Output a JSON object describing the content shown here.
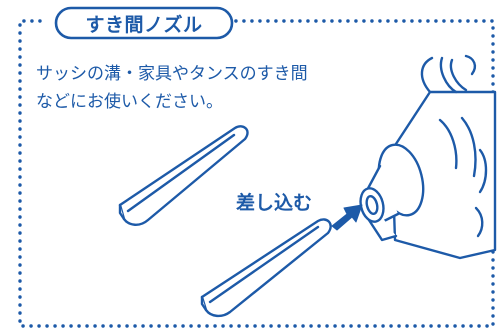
{
  "title": "すき間ノズル",
  "description": {
    "line1": "サッシの溝・家具やタンスのすき間",
    "line2": "などにお使いください。"
  },
  "insert_label": "差し込む",
  "colors": {
    "primary": "#1d5aa8",
    "outline": "#1d5aa8",
    "background": "#ffffff"
  }
}
